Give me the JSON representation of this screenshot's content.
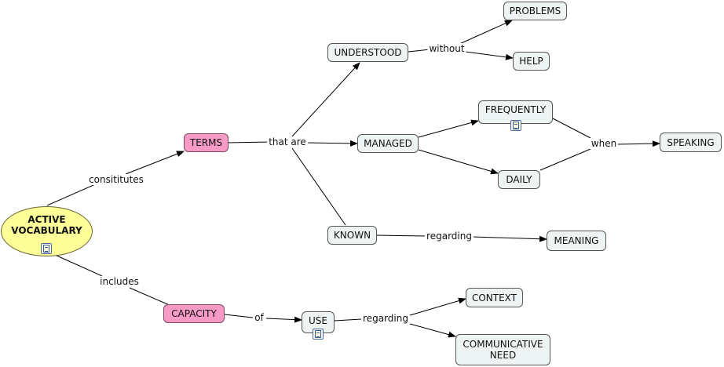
{
  "nodes": {
    "active_vocabulary": "ACTIVE\nVOCABULARY",
    "terms": "TERMS",
    "capacity": "CAPACITY",
    "understood": "UNDERSTOOD",
    "managed": "MANAGED",
    "known": "KNOWN",
    "problems": "PROBLEMS",
    "help": "HELP",
    "frequently": "FREQUENTLY",
    "daily": "DAILY",
    "speaking": "SPEAKING",
    "meaning": "MEANING",
    "use": "USE",
    "context": "CONTEXT",
    "communicative_need": "COMMUNICATIVE\nNEED"
  },
  "links": {
    "consititutes": "consititutes",
    "includes": "includes",
    "that_are": "that are",
    "without": "without",
    "when": "when",
    "regarding_meaning": "regarding",
    "of": "of",
    "regarding_use": "regarding"
  },
  "icons": {
    "resource": "document-icon"
  },
  "colors": {
    "concept_fill": "#eef3f4",
    "highlight_fill": "#f79ac5",
    "root_fill": "#ffff99",
    "line": "#000000"
  }
}
